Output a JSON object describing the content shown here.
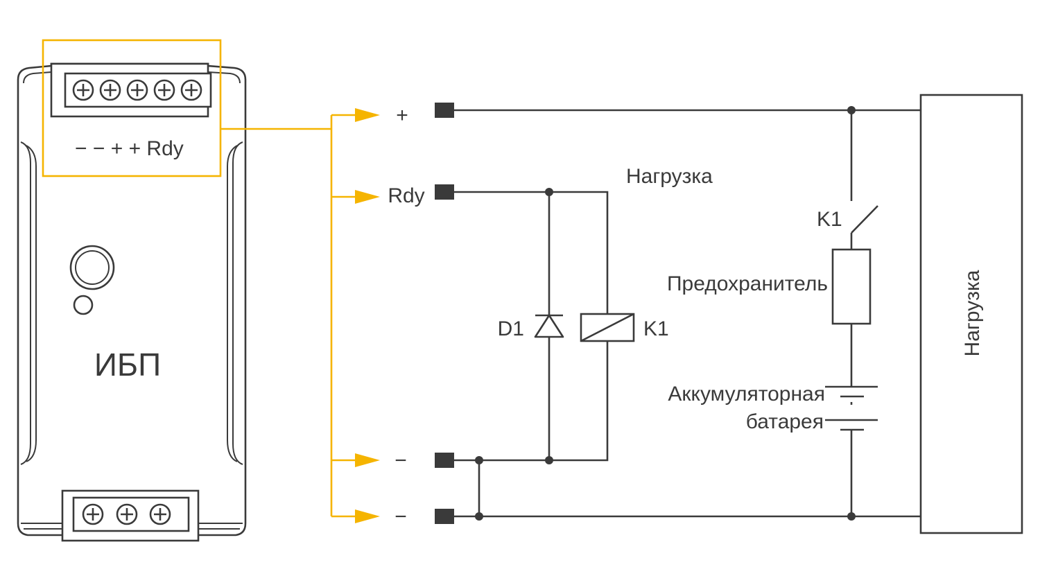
{
  "colors": {
    "accent": "#f5b400",
    "line": "#3a3a3a",
    "background": "#ffffff"
  },
  "ups": {
    "title": "ИБП",
    "terminal_markings": "− − + + Rdy"
  },
  "terminals": {
    "plus": "+",
    "rdy": "Rdy",
    "minus_1": "−",
    "minus_2": "−"
  },
  "labels": {
    "load_top": "Нагрузка",
    "relay_contact": "K1",
    "fuse": "Предохранитель",
    "diode": "D1",
    "relay_coil": "K1",
    "battery_line1": "Аккумуляторная",
    "battery_line2": "батарея",
    "load_box": "Нагрузка"
  }
}
